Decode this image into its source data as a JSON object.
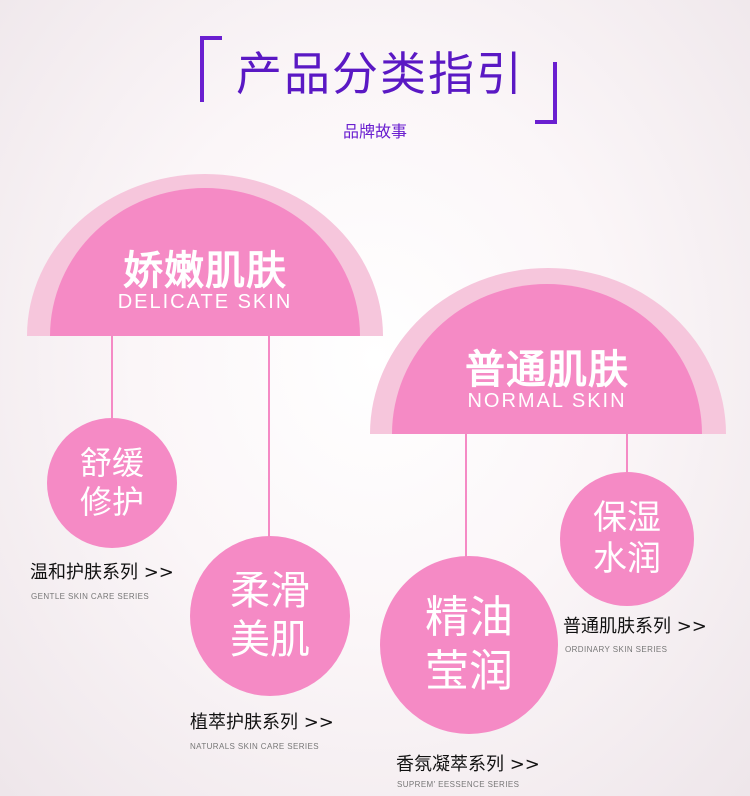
{
  "header": {
    "title": "产品分类指引",
    "subtitle": "品牌故事"
  },
  "domes": [
    {
      "cn": "娇嫩肌肤",
      "en": "DELICATE SKIN"
    },
    {
      "cn": "普通肌肤",
      "en": "NORMAL SKIN"
    }
  ],
  "circles": [
    {
      "line1": "舒缓",
      "line2": "修护"
    },
    {
      "line1": "柔滑",
      "line2": "美肌"
    },
    {
      "line1": "精油",
      "line2": "莹润"
    },
    {
      "line1": "保湿",
      "line2": "水润"
    }
  ],
  "series": [
    {
      "cn": "温和护肤系列 >>",
      "en": "GENTLE SKIN CARE SERIES"
    },
    {
      "cn": "植萃护肤系列 >>",
      "en": "NATURALS SKIN CARE SERIES"
    },
    {
      "cn": "香氛凝萃系列 >>",
      "en": "SUPREM' EESSENCE SERIES"
    },
    {
      "cn": "普通肌肤系列 >>",
      "en": "ORDINARY SKIN SERIES"
    }
  ],
  "colors": {
    "title": "#5a18c4",
    "dome_outer": "#f6c6dc",
    "pink": "#f58ac5"
  }
}
